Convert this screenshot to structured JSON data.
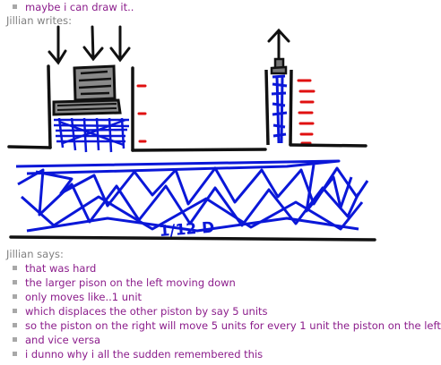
{
  "chat": {
    "top_message": "maybe i can draw it..",
    "drawing_sender": "Jillian writes:",
    "drawing_annotation": "1/12 D",
    "says_sender": "Jillian says:",
    "messages": [
      "that was hard",
      "the larger pison on the left moving down",
      "only moves like..1 unit",
      "which displaces the other piston by say 5 units",
      "so the piston on the right will move 5 units for every 1 unit the piston on the left",
      "and vice versa",
      "i dunno why i all the sudden remembered this"
    ]
  },
  "colors": {
    "message_text": "#8b1c8b",
    "sender_text": "#808080",
    "ink_blue": "#0a17d8",
    "ink_red": "#e01010",
    "ink_black": "#111111"
  }
}
